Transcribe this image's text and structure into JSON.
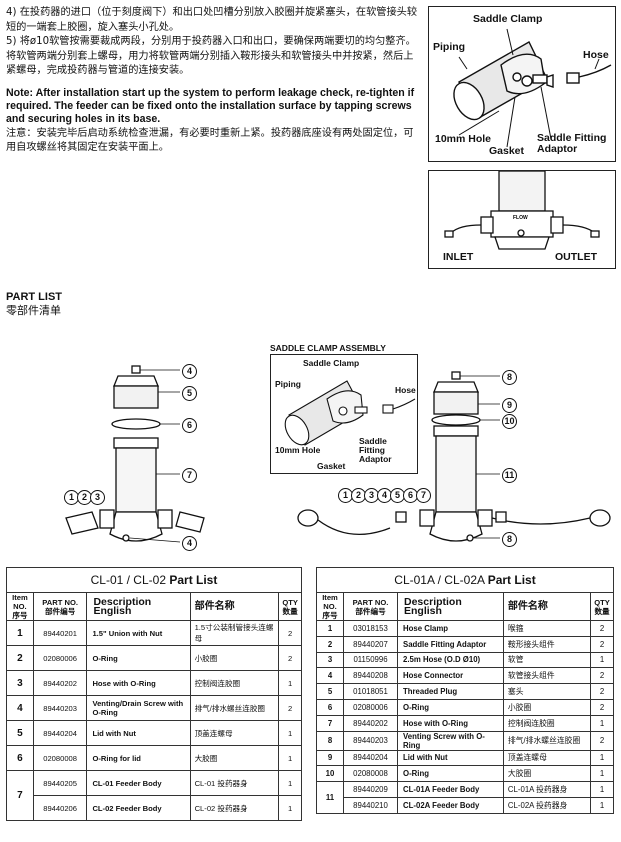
{
  "intro": {
    "zh1": "4) 在投药器的进口（位于刻度阀下）和出口处凹槽分别放入胶圈并旋紧塞头，在软管接头较短的一端套上胶圈，旋入塞头小孔处。",
    "zh2": "5) 将ø10软管按需要裁成两段，分别用于投药器入口和出口，要确保两端要切的均匀整齐。将软管两端分别套上螺母，用力将软管两端分别插入鞍形接头和软管接头中并按紧，然后上紧螺母，完成投药器与管道的连接安装。",
    "note_en": "Note: After installation start up the system to perform leakage check, re-tighten if required. The feeder can be fixed onto the installation surface by tapping screws and securing holes in its base.",
    "note_zh": "注意：安装完毕后启动系统检查泄漏，有必要时重新上紧。投药器底座设有两处固定位，可用自攻螺丝将其固定在安装平面上。"
  },
  "fig_top": {
    "saddle_clamp": "Saddle Clamp",
    "piping": "Piping",
    "hose": "Hose",
    "hole": "10mm Hole",
    "gasket": "Gasket",
    "adaptor": "Saddle Fitting Adaptor"
  },
  "fig_inlet": {
    "inlet": "INLET",
    "outlet": "OUTLET",
    "flow": "FLOW"
  },
  "partlist": {
    "title_en": "PART LIST",
    "title_zh": "零部件清单"
  },
  "assembly": {
    "title": "SADDLE CLAMP ASSEMBLY",
    "saddle_clamp": "Saddle Clamp",
    "piping": "Piping",
    "hose": "Hose",
    "hole": "10mm Hole",
    "gasket": "Gasket",
    "adaptor": "Saddle Fitting Adaptor"
  },
  "callouts_left": [
    "4",
    "5",
    "6",
    "7",
    "1",
    "2",
    "3",
    "4"
  ],
  "callouts_right": [
    "8",
    "9",
    "10",
    "11",
    "1",
    "2",
    "3",
    "4",
    "5",
    "6",
    "7",
    "8"
  ],
  "table_left": {
    "title": "CL-01 / CL-02",
    "title_b": "Part List",
    "headers": {
      "item": "Item NO.",
      "item_zh": "序号",
      "part": "PART NO.",
      "part_zh": "部件编号",
      "desc": "Description English",
      "cn": "部件名称",
      "qty": "QTY",
      "qty_zh": "数量"
    },
    "rows": [
      {
        "no": "1",
        "part": "89440201",
        "desc": "1.5\" Union with Nut",
        "cn": "1.5寸公装制管接头连螺母",
        "qty": "2"
      },
      {
        "no": "2",
        "part": "02080006",
        "desc": "O-Ring",
        "cn": "小胶圈",
        "qty": "2"
      },
      {
        "no": "3",
        "part": "89440202",
        "desc": "Hose with O-Ring",
        "cn": "控制阀连胶圈",
        "qty": "1"
      },
      {
        "no": "4",
        "part": "89440203",
        "desc": "Venting/Drain Screw with O-Ring",
        "cn": "排气/排水螺丝连胶圈",
        "qty": "2"
      },
      {
        "no": "5",
        "part": "89440204",
        "desc": "Lid with Nut",
        "cn": "顶盖连螺母",
        "qty": "1"
      },
      {
        "no": "6",
        "part": "02080008",
        "desc": "O-Ring for lid",
        "cn": "大胶圈",
        "qty": "1"
      },
      {
        "no": "7",
        "part": "89440205",
        "desc": "CL-01 Feeder Body",
        "cn": "CL-01 投药器身",
        "qty": "1"
      },
      {
        "no": "",
        "part": "89440206",
        "desc": "CL-02 Feeder Body",
        "cn": "CL-02 投药器身",
        "qty": "1"
      }
    ]
  },
  "table_right": {
    "title": "CL-01A / CL-02A",
    "title_b": "Part List",
    "headers": {
      "item": "Item NO.",
      "item_zh": "序号",
      "part": "PART NO.",
      "part_zh": "部件编号",
      "desc": "Description English",
      "cn": "部件名称",
      "qty": "QTY",
      "qty_zh": "数量"
    },
    "rows": [
      {
        "no": "1",
        "part": "03018153",
        "desc": "Hose Clamp",
        "cn": "喉箍",
        "qty": "2"
      },
      {
        "no": "2",
        "part": "89440207",
        "desc": "Saddle Fitting Adaptor",
        "cn": "鞍形接头组件",
        "qty": "2"
      },
      {
        "no": "3",
        "part": "01150996",
        "desc": "2.5m Hose (O.D Ø10)",
        "cn": "软管",
        "qty": "1"
      },
      {
        "no": "4",
        "part": "89440208",
        "desc": "Hose Connector",
        "cn": "软管接头组件",
        "qty": "2"
      },
      {
        "no": "5",
        "part": "01018051",
        "desc": "Threaded Plug",
        "cn": "塞头",
        "qty": "2"
      },
      {
        "no": "6",
        "part": "02080006",
        "desc": "O-Ring",
        "cn": "小胶圈",
        "qty": "2"
      },
      {
        "no": "7",
        "part": "89440202",
        "desc": "Hose with O-Ring",
        "cn": "控制阀连胶圈",
        "qty": "1"
      },
      {
        "no": "8",
        "part": "89440203",
        "desc": "Venting Screw with O-Ring",
        "cn": "排气/排水螺丝连胶圈",
        "qty": "2"
      },
      {
        "no": "9",
        "part": "89440204",
        "desc": "Lid with Nut",
        "cn": "顶盖连螺母",
        "qty": "1"
      },
      {
        "no": "10",
        "part": "02080008",
        "desc": "O-Ring",
        "cn": "大胶圈",
        "qty": "1"
      },
      {
        "no": "11",
        "part": "89440209",
        "desc": "CL-01A Feeder Body",
        "cn": "CL-01A 投药器身",
        "qty": "1"
      },
      {
        "no": "",
        "part": "89440210",
        "desc": "CL-02A Feeder Body",
        "cn": "CL-02A 投药器身",
        "qty": "1"
      }
    ]
  }
}
